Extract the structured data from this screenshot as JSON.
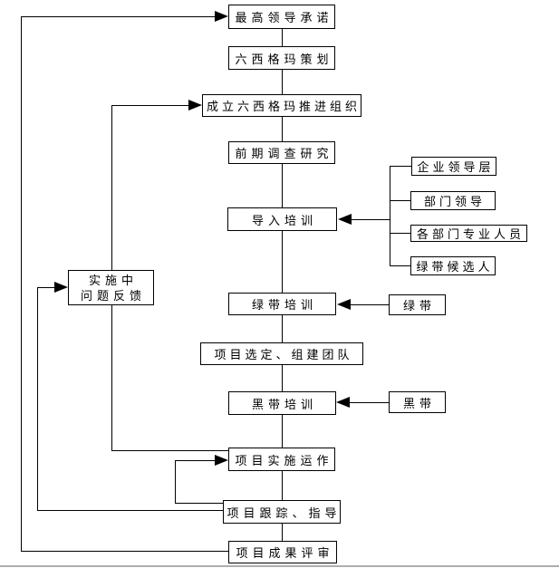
{
  "diagram": {
    "kind": "flowchart",
    "background_color": "#ffffff",
    "line_color": "#000000",
    "bottom_rule_color": "#aeaeae"
  },
  "nodes": {
    "commitment": {
      "label": "最高领导承诺"
    },
    "planning": {
      "label": "六西格玛策划"
    },
    "org": {
      "label": "成立六西格玛推进组织"
    },
    "research": {
      "label": "前期调查研究"
    },
    "intro_training": {
      "label": "导入培训"
    },
    "green_training": {
      "label": "绿带培训"
    },
    "project_select": {
      "label": "项目选定、组建团队"
    },
    "black_training": {
      "label": "黑带培训"
    },
    "implementation": {
      "label": "项目实施运作"
    },
    "tracking": {
      "label": "项目跟踪、指导"
    },
    "review": {
      "label": "项目成果评审"
    },
    "feedback": {
      "line1": "实施中",
      "line2": "问题反馈"
    },
    "leadership": {
      "label": "企业领导层"
    },
    "dept_leaders": {
      "label": "部门领导"
    },
    "specialists": {
      "label": "各部门专业人员"
    },
    "candidates": {
      "label": "绿带候选人"
    },
    "green_belt": {
      "label": "绿带"
    },
    "black_belt": {
      "label": "黑带"
    }
  },
  "edges": [
    {
      "from": "commitment",
      "to": "planning",
      "arrow": false
    },
    {
      "from": "planning",
      "to": "org",
      "arrow": false
    },
    {
      "from": "org",
      "to": "research",
      "arrow": false
    },
    {
      "from": "research",
      "to": "intro_training",
      "arrow": false
    },
    {
      "from": "intro_training",
      "to": "green_training",
      "arrow": false
    },
    {
      "from": "green_training",
      "to": "project_select",
      "arrow": false
    },
    {
      "from": "project_select",
      "to": "black_training",
      "arrow": false
    },
    {
      "from": "black_training",
      "to": "implementation",
      "arrow": false
    },
    {
      "from": "implementation",
      "to": "tracking",
      "arrow": false
    },
    {
      "from": "tracking",
      "to": "review",
      "arrow": false
    },
    {
      "from": "review",
      "to": "commitment",
      "arrow": true
    },
    {
      "from": "tracking",
      "to": "feedback",
      "arrow": true
    },
    {
      "from": "feedback",
      "to": "org",
      "arrow": true
    },
    {
      "from": "feedback",
      "to": "implementation",
      "arrow": false
    },
    {
      "from": "tracking",
      "to": "implementation",
      "arrow": true
    },
    {
      "from": "leadership",
      "to": "intro_training",
      "arrow": true
    },
    {
      "from": "dept_leaders",
      "to": "intro_training",
      "arrow": true
    },
    {
      "from": "specialists",
      "to": "intro_training",
      "arrow": true
    },
    {
      "from": "candidates",
      "to": "intro_training",
      "arrow": true
    },
    {
      "from": "green_belt",
      "to": "green_training",
      "arrow": true
    },
    {
      "from": "black_belt",
      "to": "black_training",
      "arrow": true
    }
  ]
}
